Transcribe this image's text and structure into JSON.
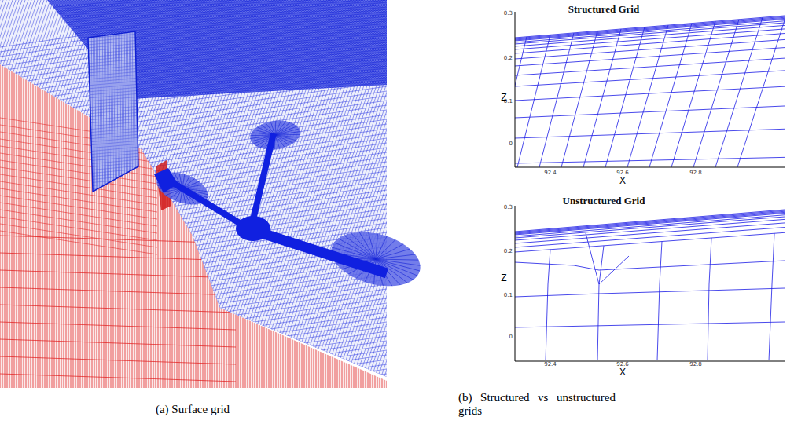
{
  "diagram": {
    "labels": [
      "Structured Grid",
      "0.3",
      "0.2",
      "0.1",
      "0",
      "Z",
      "92.4",
      "92.6",
      "92.8",
      "X",
      "Unstructured Grid",
      "0.3",
      "0.2",
      "0.1",
      "0",
      "Z",
      "92.4",
      "92.6",
      "92.8",
      "X",
      "(a) Surface grid",
      "(b) Structured vs unstructured grids"
    ]
  }
}
